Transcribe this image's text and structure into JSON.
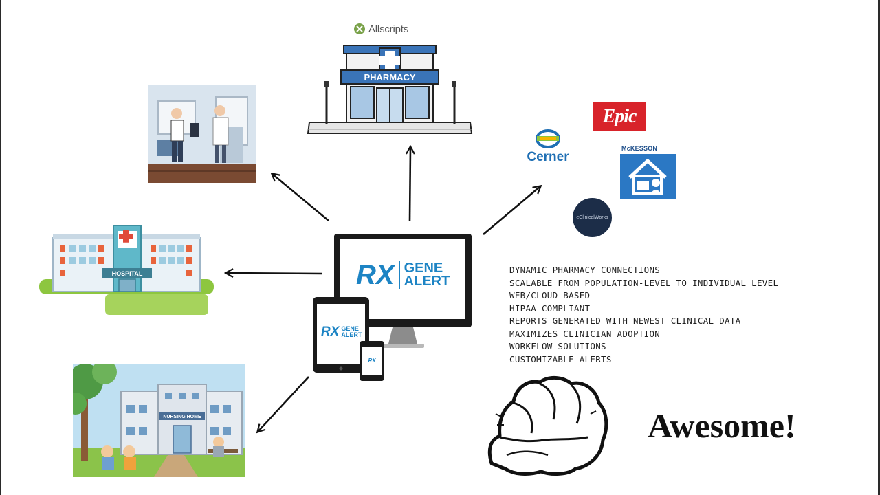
{
  "logos": {
    "allscripts": "Allscripts",
    "cerner": "Cerner",
    "epic": "Epic",
    "mckesson": "McKESSON",
    "eclinicalworks": "eClinicalWorks"
  },
  "illustrations": {
    "pharmacy_sign": "PHARMACY",
    "hospital_sign": "HOSPITAL",
    "nursing_home_sign": "NURSING HOME"
  },
  "brand": {
    "rx": "RX",
    "gene": "GENE",
    "alert": "ALERT"
  },
  "features": [
    "Dynamic pharmacy connections",
    "Scalable from population-level to individual level",
    "Web/Cloud based",
    "HIPAA compliant",
    "Reports generated with newest clinical data",
    "Maximizes clinician adoption",
    "Workflow solutions",
    "Customizable alerts"
  ],
  "tagline": "Awesome!",
  "colors": {
    "brand_blue": "#1d84c4",
    "epic_red": "#d8232a",
    "mckesson_blue": "#2b78c4"
  },
  "icons": [
    "pharmacy-illustration",
    "clinic-illustration",
    "hospital-illustration",
    "nursing-home-illustration",
    "devices-illustration",
    "fist-illustration",
    "arrow-icon"
  ]
}
